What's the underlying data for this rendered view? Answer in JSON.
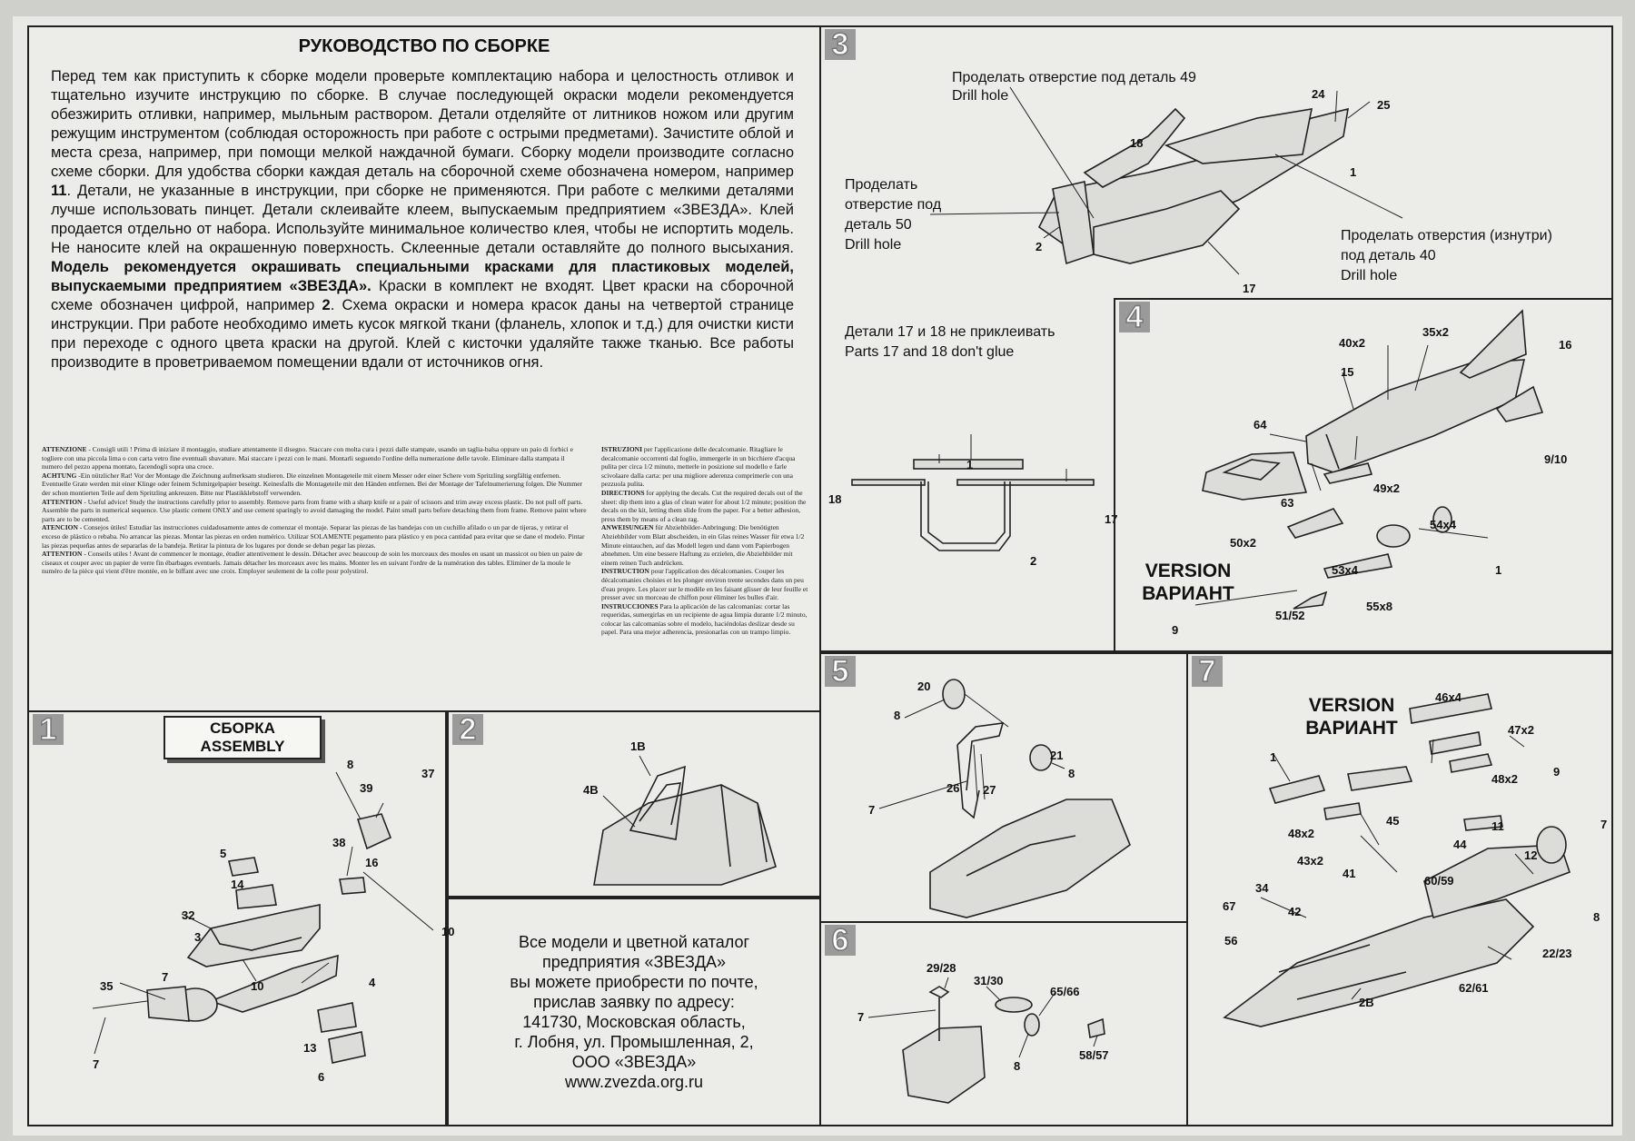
{
  "intro": {
    "title": "РУКОВОДСТВО ПО СБОРКЕ",
    "p1": "Перед тем как приступить к сборке модели проверьте комплектацию набора и целостность отливок и тщательно изучите инструкцию по сборке. В случае последующей окраски модели рекомендуется обезжирить отливки, например, мыльным раствором. Детали отделяйте от литников ножом или другим режущим инструментом (соблюдая осторожность при работе с острыми предметами). Зачистите облой и места среза, например, при помощи мелкой наждачной бумаги. Сборку модели производите согласно схеме сборки. Для удобства сборки каждая деталь на сборочной схеме обозначена номером, например",
    "p1_num": "11",
    "p2": ". Детали, не указанные в инструкции, при сборке не применяются. При работе с мелкими деталями лучше использовать пинцет. Детали склеивайте клеем, выпускаемым предприятием «ЗВЕЗДА». Клей продается отдельно от набора. Используйте минимальное количество клея, чтобы не испортить модель. Не наносите клей на окрашенную поверхность. Склеенные детали оставляйте до полного высыхания.",
    "p_bold": "Модель рекомендуется окрашивать специальными красками для пластиковых моделей, выпускаемыми предприятием «ЗВЕЗДА».",
    "p3": "Краски в комплект не входят. Цвет краски на сборочной схеме обозначен цифрой, например",
    "p3_num": "2",
    "p4": ". Схема окраски и номера красок даны на четвертой странице инструкции. При работе необходимо иметь кусок мягкой ткани (фланель, хлопок и т.д.) для очистки кисти при переходе с одного цвета краски на другой. Клей с кисточки удаляйте также тканью. Все работы производите в проветриваемом помещении вдали от источников огня."
  },
  "multilang_left": [
    {
      "head": "ATTENZIONE",
      "text": "- Consigli utili ! Prima di iniziare il montaggio, studiare attentamente il disegno. Staccare con molta cura i pezzi dalle stampate, usando un taglia-balsa oppure un paio di forbici e togliere con una piccola lima o con carta vetro fine eventuali sbavature. Mai staccare i pezzi con le mani. Montarli seguendo l'ordine della numerazione delle tavole. Eliminare dalla stampata il numero del pezzo appena montato, facendogli sopra una croce."
    },
    {
      "head": "ACHTUNG",
      "text": "-Ein nützlicher Rat! Vor der Montage die Zeichnung aufmerksam studieren. Die einzelnen Montageteile mit einem Messer oder einer Schere vom Spritzling sorgfältig entfernen. Eventuelle Grate werden mit einer Klinge oder feinem Schmirgelpapier beseitgt. Keinesfalls die Montageteile mit den Händen entfernen. Bei der Montage der Tafelnumerierung folgen. Die Nummer der schon montierten Teile auf dem Spritzling ankreuzen. Bitte nur Plastikklebstoff verwenden."
    },
    {
      "head": "ATTENTION",
      "text": "- Useful advice! Study the instructions carefully prior to assembly. Remove parts from frame with a sharp knife or a pair of scissors and trim away excess plastic. Do not pull off parts. Assemble the parts in numerical sequence. Use plastic cement ONLY and use cement sparingly to avoid damaging the model. Paint small parts before detaching them from frame. Remove paint where parts are to be cemented."
    },
    {
      "head": "ATENCION",
      "text": "- Consejos útiles! Estudiar las instrucciones cuidadosamente antes de comenzar el montaje. Separar las piezas de las bandejas con un cuchillo afilado o un par de tijeras, y retirar el exceso de plástico o rebaba. No arrancar las piezas. Montar las piezas en orden numérico. Utilizar SOLAMENTE pegamento para plástico y en poca cantidad para evitar que se dane el modelo. Pintar las piezas pequeñas antes de separarlas de la bandeja. Retirar la pintura de los lugares por donde se deban pegar las piezas."
    },
    {
      "head": "ATTENTION",
      "text": "- Conseils utiles ! Avant de commencer le montage, étudier attentivement le dessin. Détacher avec beaucoup de soin les morceaux des moules en usant un massicot ou bien un paire de ciseaux et couper avec un papier de verre fin ébarbages eventuels. Jamais détacher les morceaux avec les mains. Monter les en suivant l'ordre de la numération des tables. Eliminer de la moule le numéro de la pièce qui vient d'être montée, en le biffant avec une croix. Employer seulement de la colle pour polystirol."
    }
  ],
  "multilang_right": [
    {
      "head": "ISTRUZIONI",
      "text": "per l'applicazione delle decalcomanie. Ritagliare le decalcomanie occorrenti dal foglio, immergerle in un bicchiere d'acqua pulita per circa 1/2 minuto, metterle in posizione sul modello e farle scivolaare dalla carta: per una migliore aderenza comprimerle con una pezzuola pulita."
    },
    {
      "head": "DIRECTIONS",
      "text": "for applying the decals. Cut the required decals out of the sheet: dip them into a glas of clean water for about 1/2 minute; position the decals on the kit, letting them slide from the paper. For a better adhesion, press them by means of a clean rag."
    },
    {
      "head": "ANWEISUNGEN",
      "text": "für Abziehbilder-Anbringung: Die benötigten Abziehbilder vom Blatt abscheiden, in ein Glas reines Wasser für etwa 1/2 Minute eintauchen, auf das Modell legen und dann vom Papierbogen abnehmen. Um eine bessere Haftung zu erzielen, die Abziehbilder mit einem reinen Tuch andrücken."
    },
    {
      "head": "INSTRUCTION",
      "text": "pour l'application des décalcomanies. Couper les décalcomanies choisies et les plonger environ trente secondes dans un peu d'eau propre. Les placer sur le modèle en les faisant glisser de leur feuille et presser avec un morceau de chiffon pour éliminer les bulles d'air."
    },
    {
      "head": "INSTRUCCIONES",
      "text": "Para la aplicación de las calcomanías: cortar las requeridas, sumergirlas en un recipiente de agua limpia durante 1/2 minuto, colocar las calcomanías sobre el modelo, haciéndolas deslizar desde su papel. Para una mejor adherencia, presionarlas con un trampo limpio."
    }
  ],
  "steps": {
    "s1": {
      "num": "1",
      "banner_ru": "СБОРКА",
      "banner_en": "ASSEMBLY",
      "parts": [
        "8",
        "37",
        "39",
        "5",
        "38",
        "16",
        "14",
        "10",
        "32",
        "3",
        "7",
        "35",
        "10",
        "4",
        "13",
        "6",
        "7"
      ]
    },
    "s2": {
      "num": "2",
      "parts": [
        "1B",
        "4B"
      ]
    },
    "s3": {
      "num": "3",
      "note_a_ru": "Проделать отверстие под деталь 49",
      "note_a_en": "Drill hole",
      "note_b_ru1": "Проделать",
      "note_b_ru2": "отверстие под",
      "note_b_ru3": "деталь 50",
      "note_b_en": "Drill hole",
      "note_c_ru1": "Проделать отверстия (изнутри)",
      "note_c_ru2": "под деталь 40",
      "note_c_en": "Drill hole",
      "parts": [
        "24",
        "25",
        "18",
        "1",
        "2",
        "17"
      ],
      "glue_ru": "Детали 17 и 18 не приклеивать",
      "glue_en": "Parts 17 and 18 don't glue",
      "sect_parts": [
        "1",
        "18",
        "17",
        "2"
      ]
    },
    "s4": {
      "num": "4",
      "version_en": "VERSION",
      "version_ru": "ВАРИАНТ",
      "parts": [
        "40x2",
        "35x2",
        "16",
        "15",
        "64",
        "9/10",
        "63",
        "49x2",
        "54x4",
        "50x2",
        "53x4",
        "1",
        "55x8",
        "51/52",
        "9"
      ]
    },
    "s5": {
      "num": "5",
      "parts": [
        "20",
        "8",
        "26",
        "27",
        "21",
        "8",
        "7"
      ]
    },
    "s6": {
      "num": "6",
      "parts": [
        "29/28",
        "31/30",
        "65/66",
        "7",
        "8",
        "58/57"
      ]
    },
    "s7": {
      "num": "7",
      "version_en": "VERSION",
      "version_ru": "ВАРИАНТ",
      "parts": [
        "46x4",
        "47x2",
        "9",
        "1",
        "48x2",
        "45",
        "48x2",
        "11",
        "7",
        "44",
        "12",
        "43x2",
        "41",
        "60/59",
        "34",
        "42",
        "8",
        "67",
        "56",
        "22/23",
        "62/61",
        "2B"
      ]
    }
  },
  "catalog": {
    "l1": "Все модели и цветной каталог",
    "l2": "предприятия «ЗВЕЗДА»",
    "l3": "вы можете приобрести по почте,",
    "l4": "прислав заявку по адресу:",
    "l5": "141730, Московская область,",
    "l6": "г. Лобня, ул. Промышленная, 2,",
    "l7": "ООО «ЗВЕЗДА»",
    "l8": "www.zvezda.org.ru"
  }
}
